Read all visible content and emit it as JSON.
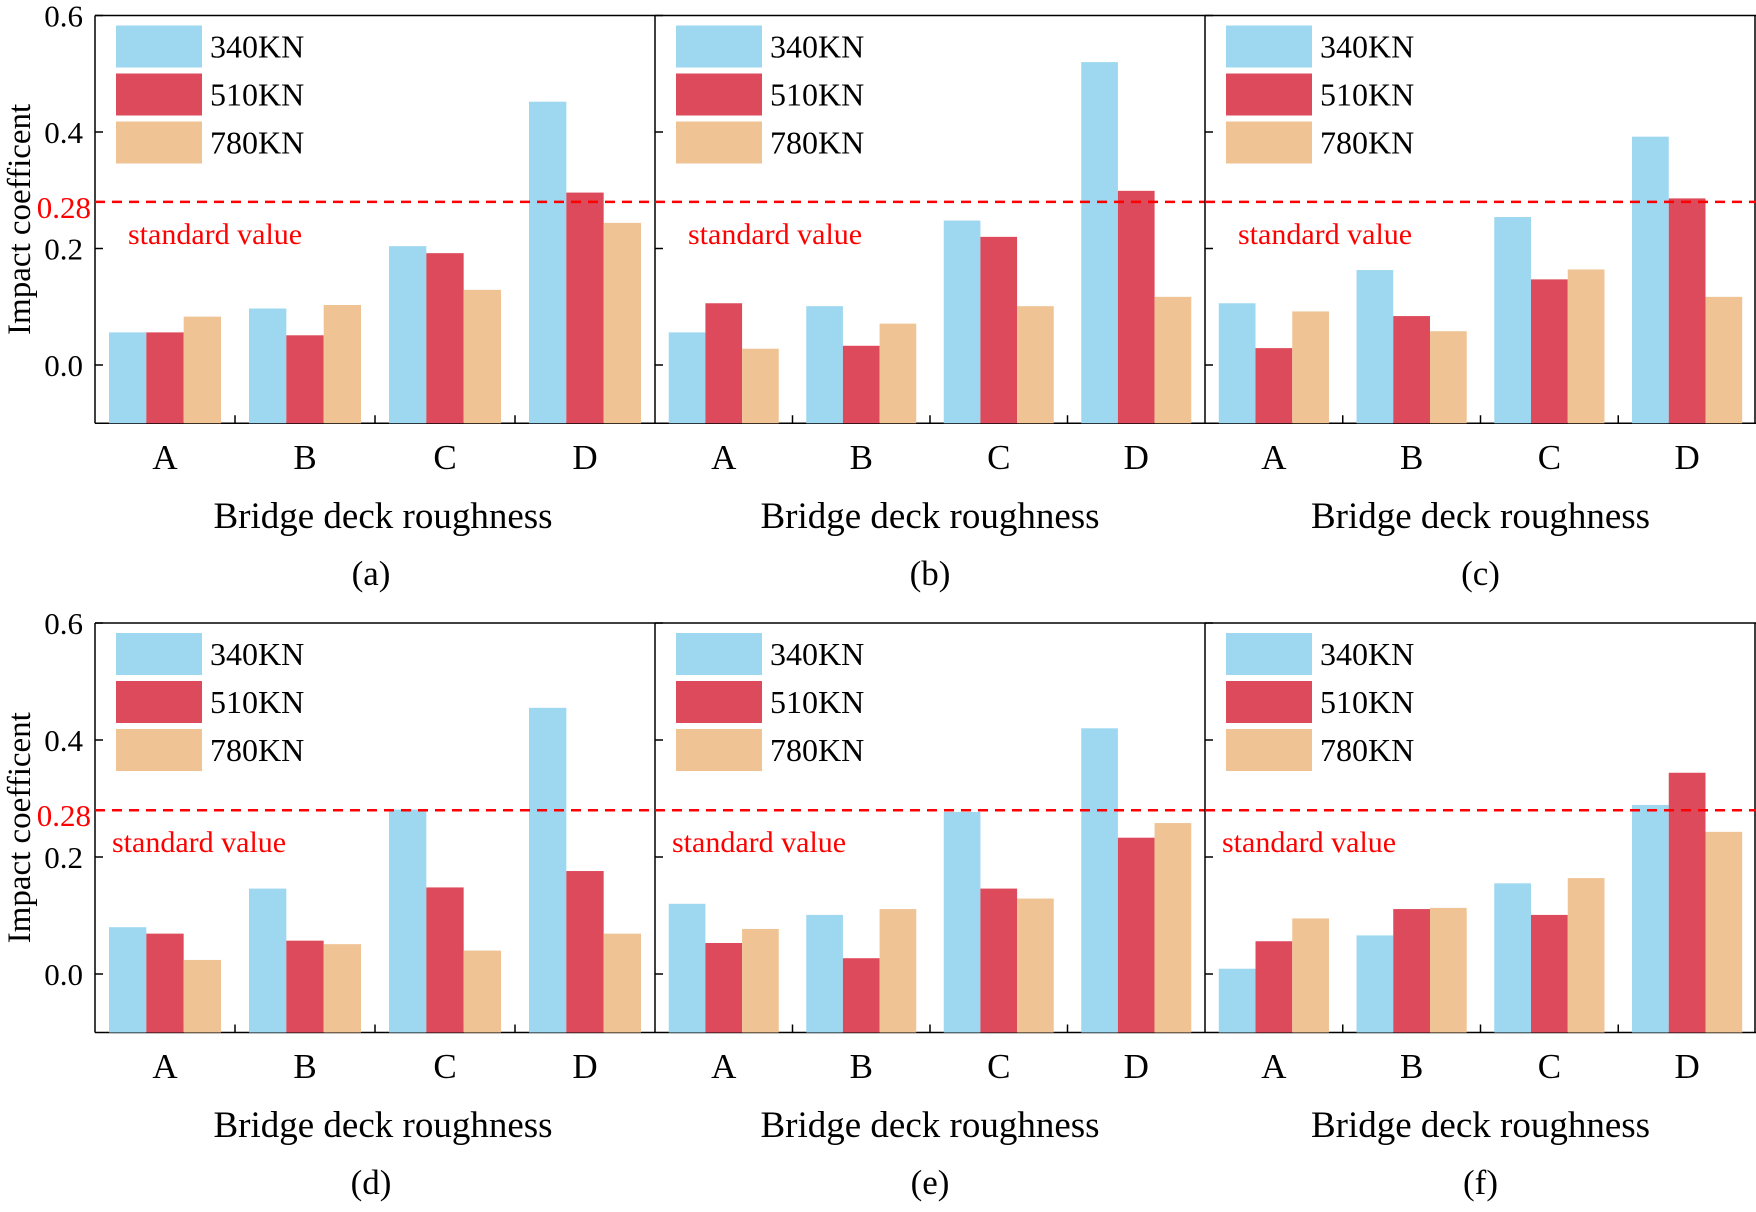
{
  "colors": {
    "s340": "#9dd8f0",
    "s510": "#dd4a5b",
    "s780": "#efc394",
    "std_line": "#ff0000",
    "std_text": "#ff0000",
    "axis": "#000000"
  },
  "y_axis_label": "Impact coefficent",
  "y_ticks": [
    "0.6",
    "0.4",
    "0.2",
    "0.0"
  ],
  "std_tick_label": "0.28",
  "x_tick_labels": [
    "A",
    "B",
    "C",
    "D"
  ],
  "chart_data": [
    {
      "type": "bar",
      "panel_label": "(a)",
      "xlabel": "Bridge deck roughness",
      "ylabel": "Impact coefficent",
      "categories": [
        "A",
        "B",
        "C",
        "D"
      ],
      "ylim": [
        -0.1,
        0.6
      ],
      "reference_line": {
        "value": 0.28,
        "label": "standard value"
      },
      "series": [
        {
          "name": "340KN",
          "values": [
            0.056,
            0.097,
            0.204,
            0.452
          ]
        },
        {
          "name": "510KN",
          "values": [
            0.056,
            0.051,
            0.192,
            0.296
          ]
        },
        {
          "name": "780KN",
          "values": [
            0.083,
            0.103,
            0.129,
            0.244
          ]
        }
      ]
    },
    {
      "type": "bar",
      "panel_label": "(b)",
      "xlabel": "Bridge deck roughness",
      "ylabel": "",
      "categories": [
        "A",
        "B",
        "C",
        "D"
      ],
      "ylim": [
        -0.1,
        0.6
      ],
      "reference_line": {
        "value": 0.28,
        "label": "standard value"
      },
      "series": [
        {
          "name": "340KN",
          "values": [
            0.056,
            0.101,
            0.248,
            0.52
          ]
        },
        {
          "name": "510KN",
          "values": [
            0.106,
            0.033,
            0.22,
            0.299
          ]
        },
        {
          "name": "780KN",
          "values": [
            0.028,
            0.071,
            0.101,
            0.117
          ]
        }
      ]
    },
    {
      "type": "bar",
      "panel_label": "(c)",
      "xlabel": "Bridge deck roughness",
      "ylabel": "",
      "categories": [
        "A",
        "B",
        "C",
        "D"
      ],
      "ylim": [
        -0.1,
        0.6
      ],
      "reference_line": {
        "value": 0.28,
        "label": "standard value"
      },
      "series": [
        {
          "name": "340KN",
          "values": [
            0.106,
            0.163,
            0.254,
            0.392
          ]
        },
        {
          "name": "510KN",
          "values": [
            0.029,
            0.084,
            0.147,
            0.286
          ]
        },
        {
          "name": "780KN",
          "values": [
            0.092,
            0.058,
            0.164,
            0.117
          ]
        }
      ]
    },
    {
      "type": "bar",
      "panel_label": "(d)",
      "xlabel": "Bridge deck roughness",
      "ylabel": "Impact coefficent",
      "categories": [
        "A",
        "B",
        "C",
        "D"
      ],
      "ylim": [
        -0.1,
        0.6
      ],
      "reference_line": {
        "value": 0.28,
        "label": "standard value"
      },
      "series": [
        {
          "name": "340KN",
          "values": [
            0.08,
            0.146,
            0.281,
            0.455
          ]
        },
        {
          "name": "510KN",
          "values": [
            0.069,
            0.057,
            0.148,
            0.176
          ]
        },
        {
          "name": "780KN",
          "values": [
            0.024,
            0.051,
            0.04,
            0.069
          ]
        }
      ]
    },
    {
      "type": "bar",
      "panel_label": "(e)",
      "xlabel": "Bridge deck roughness",
      "ylabel": "",
      "categories": [
        "A",
        "B",
        "C",
        "D"
      ],
      "ylim": [
        -0.1,
        0.6
      ],
      "reference_line": {
        "value": 0.28,
        "label": "standard value"
      },
      "series": [
        {
          "name": "340KN",
          "values": [
            0.12,
            0.101,
            0.277,
            0.42
          ]
        },
        {
          "name": "510KN",
          "values": [
            0.053,
            0.027,
            0.146,
            0.233
          ]
        },
        {
          "name": "780KN",
          "values": [
            0.077,
            0.111,
            0.129,
            0.258
          ]
        }
      ]
    },
    {
      "type": "bar",
      "panel_label": "(f)",
      "xlabel": "Bridge deck roughness",
      "ylabel": "",
      "categories": [
        "A",
        "B",
        "C",
        "D"
      ],
      "ylim": [
        -0.1,
        0.6
      ],
      "reference_line": {
        "value": 0.28,
        "label": "standard value"
      },
      "series": [
        {
          "name": "340KN",
          "values": [
            0.009,
            0.066,
            0.155,
            0.289
          ]
        },
        {
          "name": "510KN",
          "values": [
            0.056,
            0.111,
            0.101,
            0.344
          ]
        },
        {
          "name": "780KN",
          "values": [
            0.095,
            0.113,
            0.164,
            0.243
          ]
        }
      ]
    }
  ]
}
